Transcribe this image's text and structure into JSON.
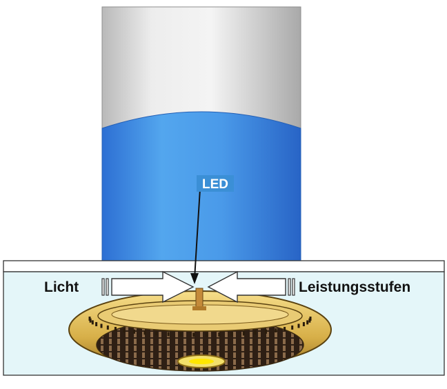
{
  "labels": {
    "led": "LED",
    "left": "Licht",
    "right": "Leistungsstufen"
  },
  "colors": {
    "cylinder_top": "#dcdcdc",
    "cylinder_body": "#3f8fe6",
    "plate": "#e4f6f9",
    "burner_gold": "#d9b650",
    "led_label_bg": "#3b8fd6"
  }
}
